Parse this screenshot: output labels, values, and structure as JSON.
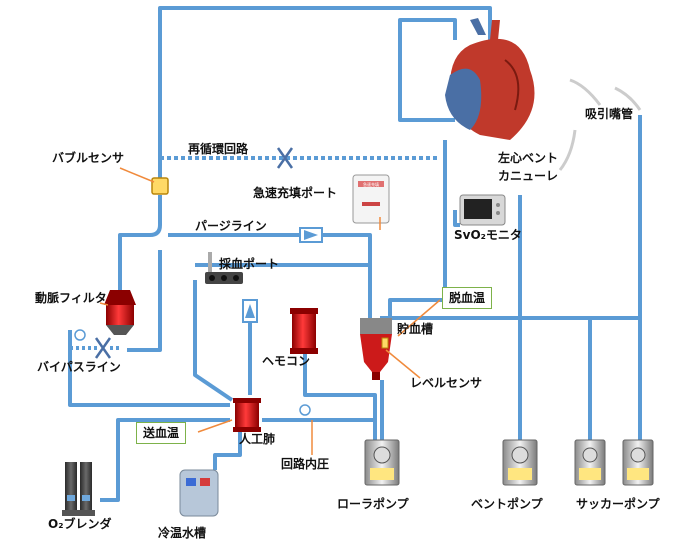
{
  "colors": {
    "tube": "#5b9bd5",
    "heart_red": "#c0392b",
    "heart_blue": "#4a6fa5",
    "leader": "#f08a3c",
    "box_border": "#7db24a",
    "blood": "#d62020"
  },
  "labels": {
    "bubble_sensor": "バブルセンサ",
    "recirculation": "再循環回路",
    "rapid_fill_port": "急速充填ポート",
    "left_vent_cannula_1": "左心ベント",
    "left_vent_cannula_2": "カニューレ",
    "suction_tip": "吸引嘴管",
    "svo2_monitor": "SvO₂モニタ",
    "purge_line": "パージライン",
    "sampling_port": "採血ポート",
    "arterial_filter": "動脈フィルタ",
    "bypass_line": "バイパスライン",
    "hemoconcentrator": "ヘモコン",
    "reservoir": "貯血槽",
    "deblood_temp": "脱血温",
    "level_sensor": "レベルセンサ",
    "supply_temp": "送血温",
    "oxygenator": "人工肺",
    "circuit_pressure": "回路内圧",
    "roller_pump": "ローラポンプ",
    "vent_pump": "ベントポンプ",
    "sucker_pump": "サッカーポンプ",
    "o2_blender": "O₂ブレンダ",
    "cooler_heater": "冷温水槽"
  },
  "bag_text": "急速充填"
}
